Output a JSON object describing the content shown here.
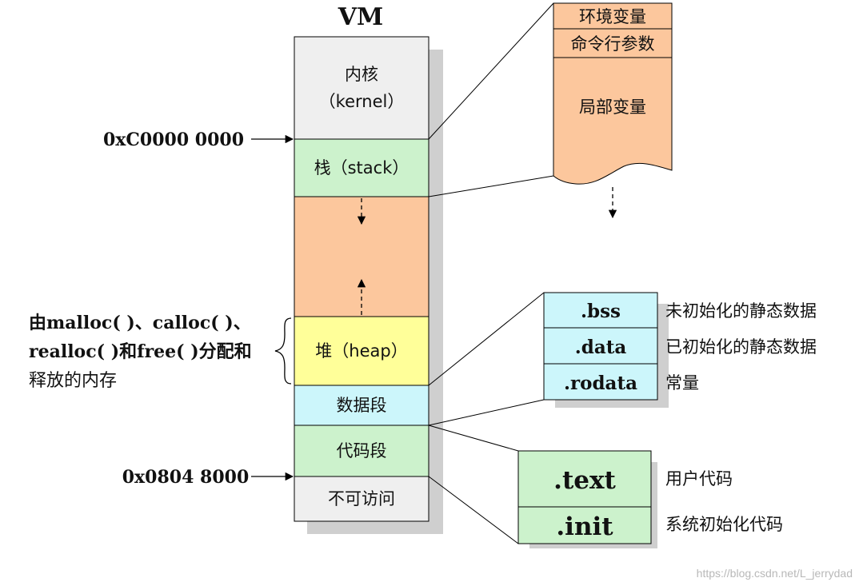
{
  "vm_title": "VM",
  "column": {
    "kernel_line1": "内核",
    "kernel_line2": "（kernel）",
    "stack": "栈（stack）",
    "heap": "堆（heap）",
    "data_segment": "数据段",
    "code_segment": "代码段",
    "inaccessible": "不可访问"
  },
  "addresses": {
    "kernel_boundary": "0xC0000 0000",
    "code_start": "0x0804 8000"
  },
  "stack_detail": {
    "env_vars": "环境变量",
    "cmd_args": "命令行参数",
    "local_vars": "局部变量"
  },
  "data_detail": {
    "sections": [
      ".bss",
      ".data",
      ".rodata"
    ],
    "descriptions": [
      "未初始化的静态数据",
      "已初始化的静态数据",
      "常量"
    ]
  },
  "code_detail": {
    "sections": [
      ".text",
      ".init"
    ],
    "descriptions": [
      "用户代码",
      "系统初始化代码"
    ]
  },
  "heap_note": {
    "line1": "由malloc( )、calloc( )、",
    "line2": "realloc( )和free( )分配和",
    "line3": "释放的内存"
  },
  "watermark": "https://blog.csdn.net/L_jerrydad",
  "colors": {
    "kernel": "#efefef",
    "stack": "#ccf2cc",
    "free": "#fcc79d",
    "heap": "#ffff99",
    "data": "#ccf6fb",
    "code": "#ccf2cc",
    "inaccessible": "#efefef",
    "shadow": "#cfcfcf"
  }
}
